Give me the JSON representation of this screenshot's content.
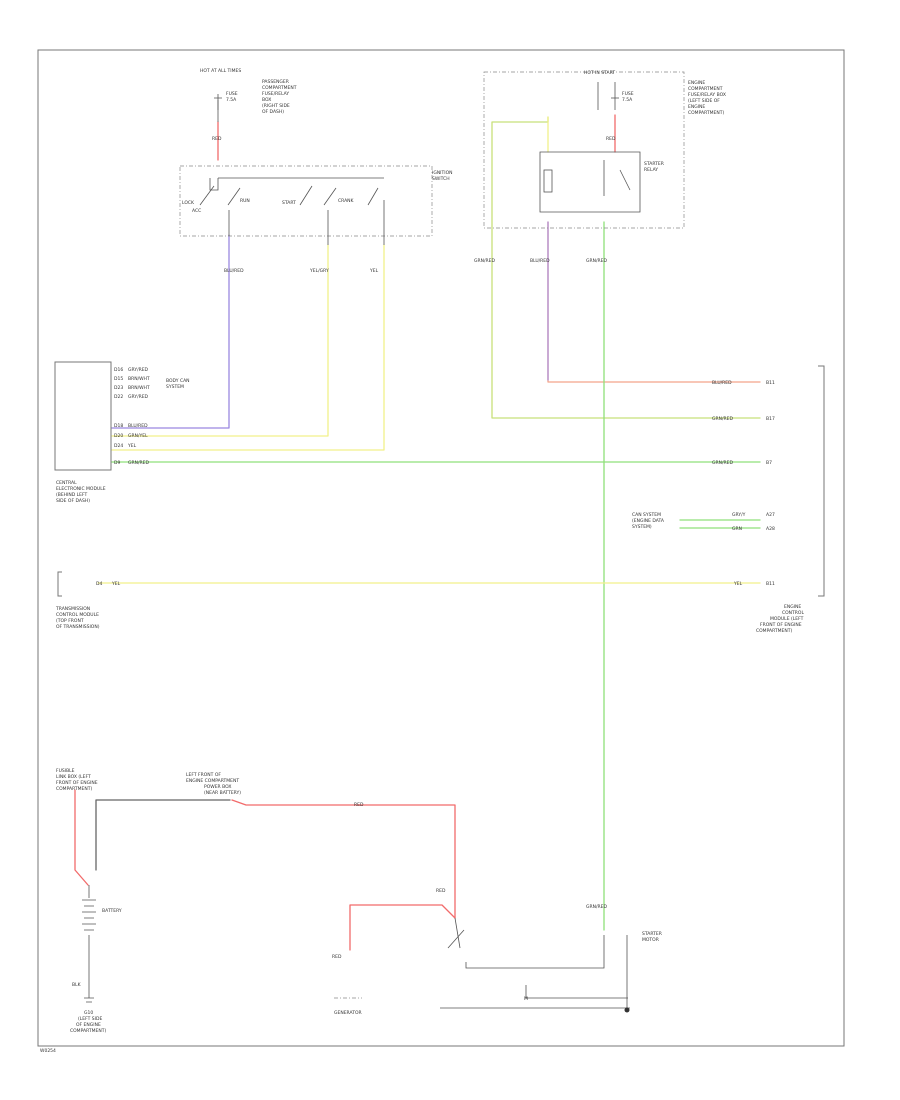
{
  "diagram": {
    "footer_code": "W0254",
    "colors": {
      "red": "#f26b6b",
      "green": "#8fe07a",
      "yellow": "#f2f08a",
      "violet": "#9a88e0",
      "salmon": "#f4a58a",
      "gray": "#666666"
    },
    "components": {
      "hot_at_all_times_top": "HOT AT ALL TIMES",
      "passenger_fuse": [
        "PASSENGER",
        "COMPARTMENT",
        "FUSE/RELAY",
        "BOX",
        "(RIGHT SIDE",
        "OF DASH)"
      ],
      "fuse_label": [
        "FUSE",
        "7.5A"
      ],
      "ignition_switch": [
        "IGNITION",
        "SWITCH"
      ],
      "sw_labels": [
        "LOCK",
        "ACC",
        "RUN",
        "START",
        "CRANK"
      ],
      "hot_in_start": "HOT IN START",
      "engine_fuse": [
        "ENGINE",
        "COMPARTMENT",
        "FUSE/RELAY BOX",
        "(LEFT SIDE OF",
        "ENGINE",
        "COMPARTMENT)"
      ],
      "starter_relay": [
        "STARTER",
        "RELAY"
      ],
      "central_module": [
        "CENTRAL",
        "ELECTRONIC MODULE",
        "(BEHIND LEFT",
        "SIDE OF DASH)"
      ],
      "central_pins": [
        "D16",
        "D15",
        "D23",
        "D22",
        "D18",
        "D20",
        "D24",
        "D9"
      ],
      "central_wires": [
        "GRY/RED",
        "BRN/WHT",
        "BRN/WHT",
        "GRY/RED",
        "BLU/RED",
        "GRN/YEL",
        "YEL",
        "GRN/RED"
      ],
      "body_can": [
        "BODY CAN",
        "SYSTEM"
      ],
      "can_system": [
        "CAN SYSTEM",
        "(ENGINE DATA",
        "SYSTEM)"
      ],
      "can_pins": [
        "A27",
        "A28"
      ],
      "can_wires": [
        "GRY/Y",
        "GRN"
      ],
      "transmission": [
        "TRANSMISSION",
        "CONTROL MODULE",
        "(TOP FRONT",
        "OF TRANSMISSION)"
      ],
      "tcm_pin": "D4",
      "tcm_wire": "YEL",
      "ecm": [
        "ENGINE",
        "CONTROL",
        "MODULE (LEFT",
        "FRONT OF ENGINE",
        "COMPARTMENT)"
      ],
      "ecm_wires": [
        "BLU/RED",
        "GRN/RED",
        "GRN/RED",
        "YEL"
      ],
      "ecm_pins": [
        "B11",
        "B17",
        "B7",
        "B11"
      ],
      "top_wires": [
        "RED",
        "BLU/RED",
        "YEL/GRY",
        "YEL",
        "GRN/RED",
        "BLU/RED",
        "GRN/RED"
      ],
      "fusible_link": [
        "FUSIBLE",
        "LINK BOX (LEFT",
        "FRONT OF ENGINE",
        "COMPARTMENT)"
      ],
      "battery": "BATTERY",
      "ground": [
        "G10",
        "(LEFT SIDE",
        "OF ENGINE",
        "COMPARTMENT)"
      ],
      "ground_wire": "BLK",
      "left_front_power": [
        "LEFT FRONT OF",
        "ENGINE COMPARTMENT",
        "POWER BOX",
        "(NEAR BATTERY)"
      ],
      "generator": "GENERATOR",
      "starter": [
        "STARTER",
        "MOTOR"
      ],
      "red_labels": [
        "RED",
        "RED",
        "RED"
      ],
      "starter_wire": "GRN/RED",
      "motor_ground": "M"
    }
  }
}
